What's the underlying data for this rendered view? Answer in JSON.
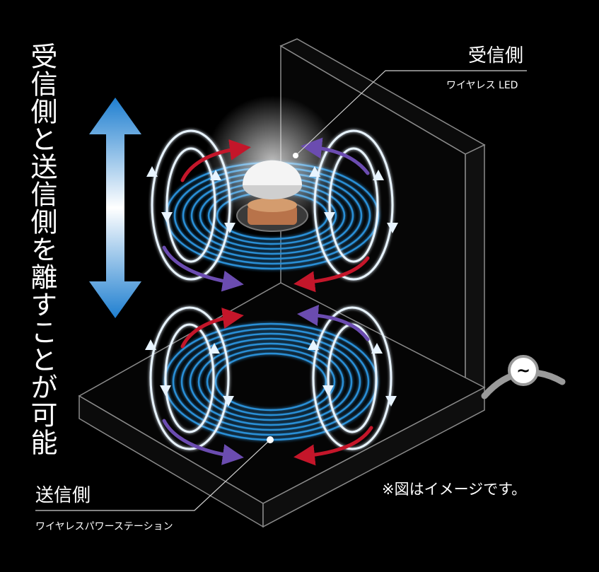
{
  "side_caption": "受信側と送信側を離すことが可能",
  "receiver": {
    "title": "受信側",
    "subtitle": "ワイヤレス LED"
  },
  "transmitter": {
    "title": "送信側",
    "subtitle": "ワイヤレスパワーステーション"
  },
  "note": "※図はイメージです。",
  "power_symbol": "~",
  "colors": {
    "coil": "#2a8fd6",
    "field_line": "#e8f4ff",
    "arrow_red": "#c4162a",
    "arrow_purple": "#6b4cb0",
    "panel": "#050505",
    "panel_edge": "#8a8a8a"
  }
}
